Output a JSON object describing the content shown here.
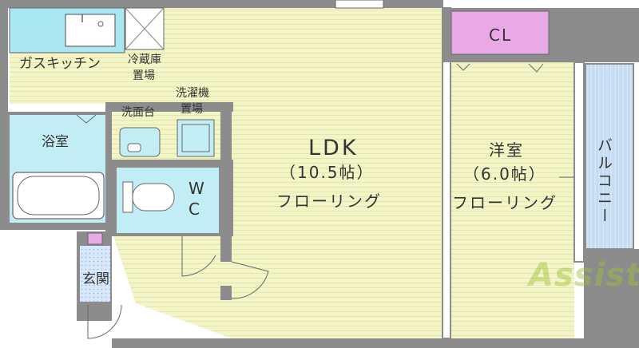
{
  "rooms": {
    "ldk": {
      "name": "LDK",
      "size": "（10.5帖）",
      "floor": "フローリング"
    },
    "western": {
      "name": "洋室",
      "size": "（6.0帖）",
      "floor": "フローリング"
    },
    "closet": "CL",
    "balcony": "バルコニー",
    "bath": "浴室",
    "toilet_w": "W",
    "toilet_c": "C",
    "entrance": "玄関",
    "kitchen": "ガスキッチン",
    "fridge": [
      "冷蔵庫",
      "置場"
    ],
    "washer": [
      "洗濯機",
      "置場"
    ],
    "washbasin": "洗面台"
  },
  "colors": {
    "wall": "#8c8c8c",
    "floor": "#f3f5c8",
    "floor_line": "#e2e6a6",
    "kitchen": "#a9e8f2",
    "bath": "#c2edf4",
    "balcony": "#cfe3f6",
    "closet": "#e9a8e6",
    "entrance": "#d8e8fb"
  },
  "logo": "Assist"
}
